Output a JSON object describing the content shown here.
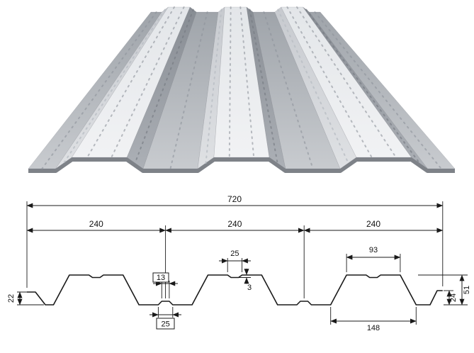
{
  "drawing": {
    "dims": {
      "overall": "720",
      "pitch1": "240",
      "pitch2": "240",
      "pitch3": "240",
      "top_groove_width": "25",
      "rib_top_width": "93",
      "valley_groove_top": "13",
      "groove_depth": "3",
      "valley_groove_bottom": "25",
      "rib_base_width": "148",
      "left_end_height": "22",
      "right_lip_height": "24",
      "profile_height": "51"
    }
  },
  "colors": {
    "steel_bright": "#f0f1f3",
    "steel_light": "#dddfe2",
    "steel_mid": "#c8cbcf",
    "steel_dark": "#878c93",
    "edge": "#7e8288",
    "line": "#1a1a1a",
    "background": "#ffffff"
  }
}
